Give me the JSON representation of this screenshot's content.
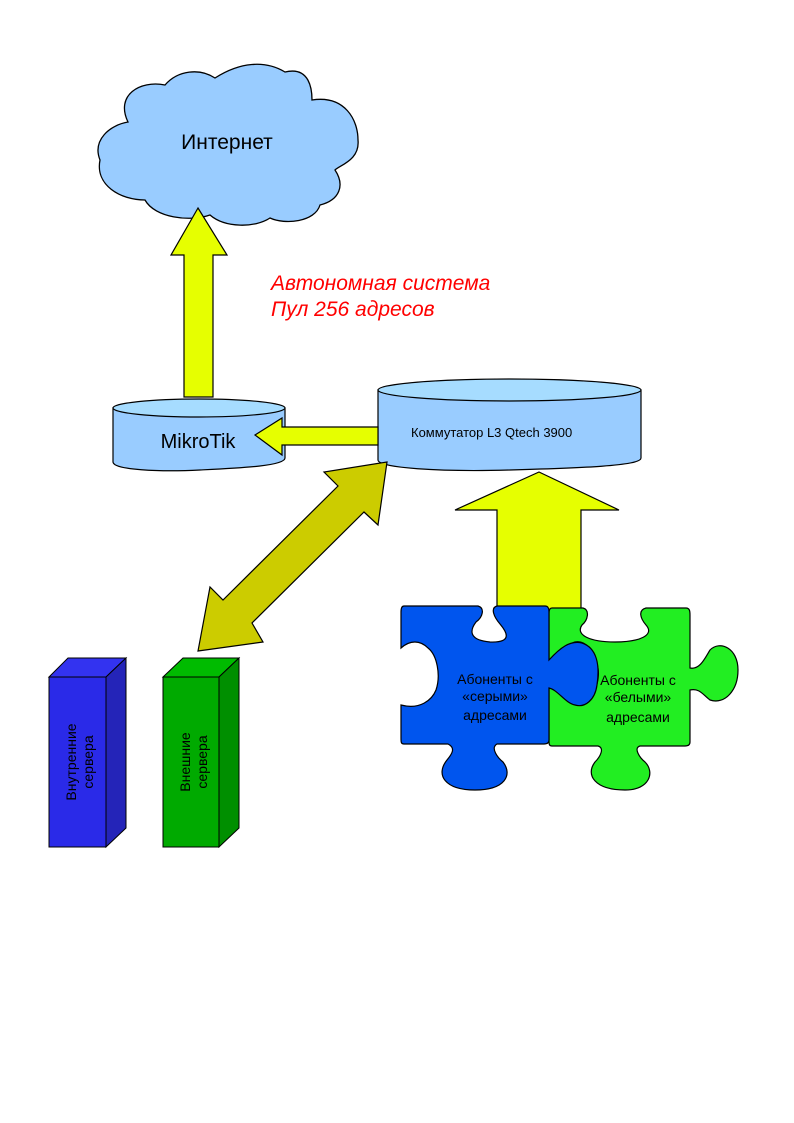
{
  "nodes": {
    "internet": {
      "label": "Интернет",
      "color": "#99ccff"
    },
    "mikrotik": {
      "label": "MikroTik",
      "top_color": "#a6dcff",
      "color": "#99ccff"
    },
    "switch": {
      "label": "Коммутатор L3 Qtech 3900",
      "top_color": "#a6dcff",
      "color": "#99ccff"
    },
    "internal_servers": {
      "line1": "Внутренние",
      "line2": "сервера",
      "color": "#2a2ae8"
    },
    "external_servers": {
      "line1": "Внешние",
      "line2": "сервера",
      "color": "#00aa00"
    },
    "gray_subscribers": {
      "line1": "Абоненты с",
      "line2": "«серыми»",
      "line3": "адресами",
      "color": "#0055ee"
    },
    "white_subscribers": {
      "line1": "Абоненты с",
      "line2": "«белыми»",
      "line3": "адресами",
      "color": "#22ee22"
    }
  },
  "annotation": {
    "line1": "Автономная система",
    "line2": "Пул 256 адресов",
    "color": "#ff0000"
  },
  "arrows": {
    "bright_color": "#e6ff00",
    "olive_color": "#cccc00"
  }
}
